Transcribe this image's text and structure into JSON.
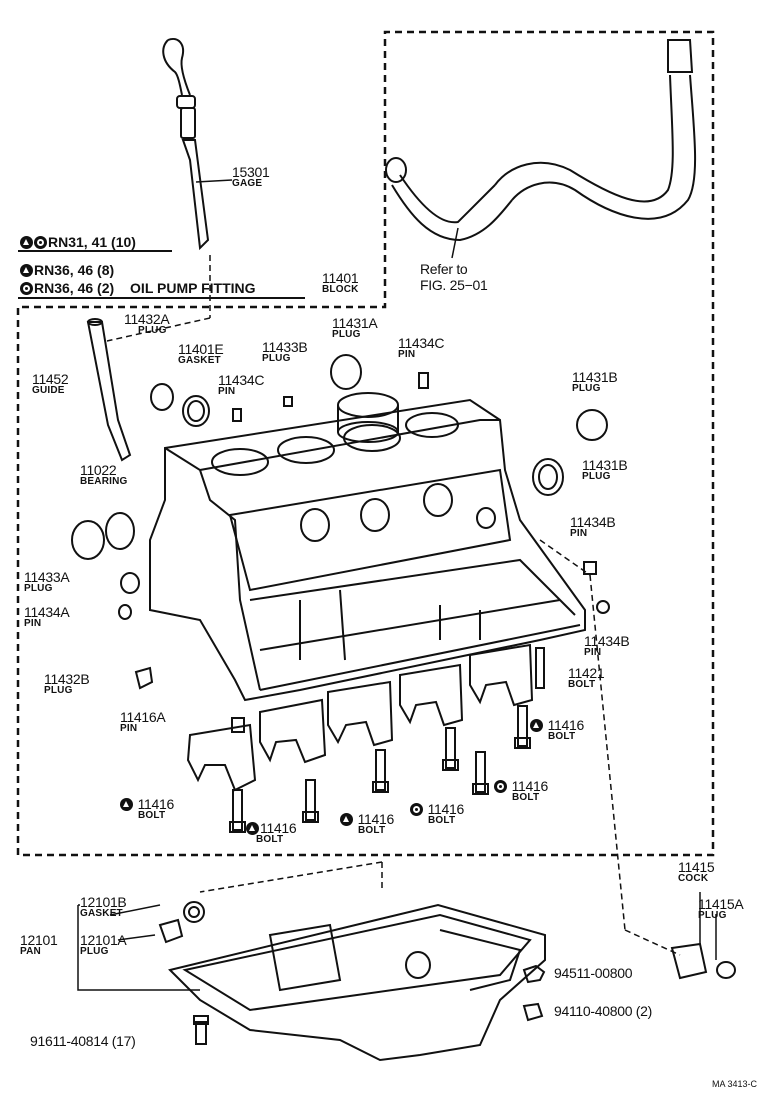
{
  "legend": {
    "line1": "RN31, 41 (10)",
    "line2": "RN36, 46 (8)",
    "line3": "RN36, 46 (2)",
    "line3_note": "OIL PUMP FITTING"
  },
  "note": {
    "refer_line1": "Refer to",
    "refer_line2": "FIG. 25−01"
  },
  "parts": {
    "p15301": {
      "num": "15301",
      "name": "GAGE"
    },
    "p11401": {
      "num": "11401",
      "name": "BLOCK"
    },
    "p11432A": {
      "num": "11432A",
      "name": "PLUG"
    },
    "p11431A": {
      "num": "11431A",
      "name": "PLUG"
    },
    "p11401E": {
      "num": "11401E",
      "name": "GASKET"
    },
    "p11433B": {
      "num": "11433B",
      "name": "PLUG"
    },
    "p11434C_1": {
      "num": "11434C",
      "name": "PIN"
    },
    "p11434C_2": {
      "num": "11434C",
      "name": "PIN"
    },
    "p11452": {
      "num": "11452",
      "name": "GUIDE"
    },
    "p11431B_1": {
      "num": "11431B",
      "name": "PLUG"
    },
    "p11431B_2": {
      "num": "11431B",
      "name": "PLUG"
    },
    "p11022": {
      "num": "11022",
      "name": "BEARING"
    },
    "p11434B_1": {
      "num": "11434B",
      "name": "PIN"
    },
    "p11434B_2": {
      "num": "11434B",
      "name": "PIN"
    },
    "p11433A": {
      "num": "11433A",
      "name": "PLUG"
    },
    "p11434A": {
      "num": "11434A",
      "name": "PIN"
    },
    "p11432B": {
      "num": "11432B",
      "name": "PLUG"
    },
    "p11421": {
      "num": "11421",
      "name": "BOLT"
    },
    "p11416A": {
      "num": "11416A",
      "name": "PIN"
    },
    "b11416_r1": {
      "num": "11416",
      "name": "BOLT"
    },
    "b11416_r2": {
      "num": "11416",
      "name": "BOLT"
    },
    "b11416_l": {
      "num": "11416",
      "name": "BOLT"
    },
    "b11416_c1": {
      "num": "11416",
      "name": "BOLT"
    },
    "b11416_c2": {
      "num": "11416",
      "name": "BOLT"
    },
    "b11416_c3": {
      "num": "11416",
      "name": "BOLT"
    },
    "p11415": {
      "num": "11415",
      "name": "COCK"
    },
    "p11415A": {
      "num": "11415A",
      "name": "PLUG"
    },
    "p12101B": {
      "num": "12101B",
      "name": "GASKET"
    },
    "p12101": {
      "num": "12101",
      "name": "PAN"
    },
    "p12101A": {
      "num": "12101A",
      "name": "PLUG"
    },
    "p94511": {
      "num": "94511-00800"
    },
    "p94110": {
      "num": "94110-40800 (2)"
    },
    "p91611": {
      "num": "91611-40814 (17)"
    }
  },
  "footer": {
    "code": "MA 3413-C"
  }
}
